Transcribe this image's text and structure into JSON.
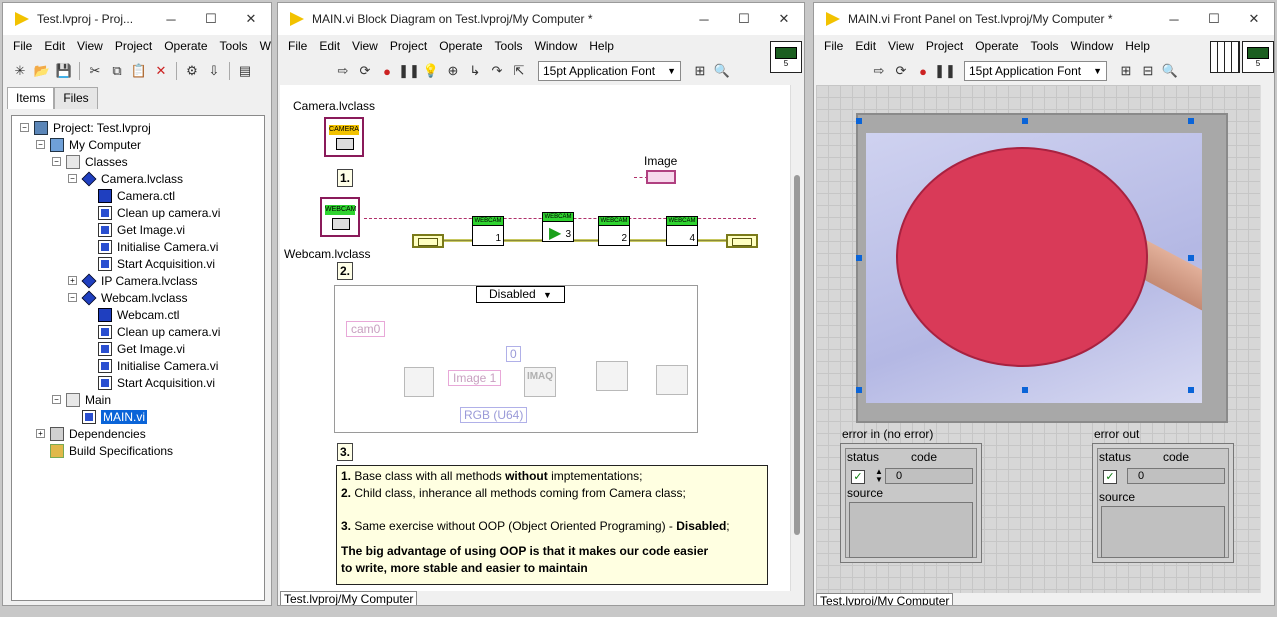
{
  "project": {
    "title": "Test.lvproj - Proj...",
    "menus": [
      "File",
      "Edit",
      "View",
      "Project",
      "Operate",
      "Tools",
      "W"
    ],
    "tabs": [
      "Items",
      "Files"
    ],
    "tree": [
      {
        "label": "Project: Test.lvproj",
        "icon": "project-icon",
        "level": 0,
        "expander": "-"
      },
      {
        "label": "My Computer",
        "icon": "computer-icon",
        "level": 1,
        "expander": "-"
      },
      {
        "label": "Classes",
        "icon": "folder-icon",
        "level": 2,
        "expander": "-"
      },
      {
        "label": "Camera.lvclass",
        "icon": "class-icon",
        "level": 3,
        "expander": "-"
      },
      {
        "label": "Camera.ctl",
        "icon": "ctl-icon",
        "level": 4,
        "expander": ""
      },
      {
        "label": "Clean up camera.vi",
        "icon": "vi-icon",
        "level": 4,
        "expander": ""
      },
      {
        "label": "Get Image.vi",
        "icon": "vi-icon",
        "level": 4,
        "expander": ""
      },
      {
        "label": "Initialise Camera.vi",
        "icon": "vi-icon",
        "level": 4,
        "expander": ""
      },
      {
        "label": "Start Acquisition.vi",
        "icon": "vi-icon",
        "level": 4,
        "expander": ""
      },
      {
        "label": "IP Camera.lvclass",
        "icon": "class-icon",
        "level": 3,
        "expander": "+"
      },
      {
        "label": "Webcam.lvclass",
        "icon": "class-icon",
        "level": 3,
        "expander": "-"
      },
      {
        "label": "Webcam.ctl",
        "icon": "ctl-icon",
        "level": 4,
        "expander": ""
      },
      {
        "label": "Clean up camera.vi",
        "icon": "vi-icon",
        "level": 4,
        "expander": ""
      },
      {
        "label": "Get Image.vi",
        "icon": "vi-icon",
        "level": 4,
        "expander": ""
      },
      {
        "label": "Initialise Camera.vi",
        "icon": "vi-icon",
        "level": 4,
        "expander": ""
      },
      {
        "label": "Start Acquisition.vi",
        "icon": "vi-icon",
        "level": 4,
        "expander": ""
      },
      {
        "label": "Main",
        "icon": "folder-icon",
        "level": 2,
        "expander": "-"
      },
      {
        "label": "MAIN.vi",
        "icon": "vi-icon",
        "level": 3,
        "expander": "",
        "selected": true
      },
      {
        "label": "Dependencies",
        "icon": "dependencies-icon",
        "level": 1,
        "expander": "+"
      },
      {
        "label": "Build Specifications",
        "icon": "build-icon",
        "level": 1,
        "expander": ""
      }
    ]
  },
  "diagram": {
    "title": "MAIN.vi Block Diagram on Test.lvproj/My Computer *",
    "menus": [
      "File",
      "Edit",
      "View",
      "Project",
      "Operate",
      "Tools",
      "Window",
      "Help"
    ],
    "font": "15pt Application Font",
    "status": "Test.lvproj/My Computer",
    "camera_label": "Camera.lvclass",
    "webcam_label": "Webcam.lvclass",
    "camera_icon_text": "CAMERA",
    "webcam_icon_text": "WEBCAM",
    "image_label": "Image",
    "num1": "1.",
    "num2": "2.",
    "num3": "3.",
    "node_header": "WEBCAM",
    "nodes": [
      "1",
      "3",
      "2",
      "4"
    ],
    "case_selector": "Disabled",
    "ghost_cam": "cam0",
    "ghost_image": "Image 1",
    "ghost_zero": "0",
    "ghost_imaq": "IMAQ",
    "ghost_rgb": "RGB (U64)",
    "note": {
      "l1_num": "1.",
      "l1_a": " Base class with all methods ",
      "l1_b": "without",
      "l1_c": " imptementations;",
      "l2_num": "2.",
      "l2_a": " Child class, inherance all methods coming from Camera class;",
      "l3_num": "3.",
      "l3_a": " Same exercise without OOP  (Object Oriented Programing) - ",
      "l3_b": "Disabled",
      "l3_c": ";",
      "l4": "The big advantage of using OOP is that it makes our code easier",
      "l5": "to write, more stable and easier to maintain"
    }
  },
  "front": {
    "title": "MAIN.vi Front Panel on Test.lvproj/My Computer *",
    "menus": [
      "File",
      "Edit",
      "View",
      "Project",
      "Operate",
      "Tools",
      "Window",
      "Help"
    ],
    "font": "15pt Application Font",
    "status": "Test.lvproj/My Computer",
    "error_in": {
      "label": "error in (no error)",
      "status": "status",
      "code": "code",
      "code_value": "0",
      "source": "source"
    },
    "error_out": {
      "label": "error out",
      "status": "status",
      "code": "code",
      "code_value": "0",
      "source": "source"
    }
  },
  "vi_icon_number": "5",
  "colors": {
    "accent": "#0a64d8",
    "wire": "#b0306a",
    "node": "#2fd32f",
    "note": "#ffffe1"
  }
}
